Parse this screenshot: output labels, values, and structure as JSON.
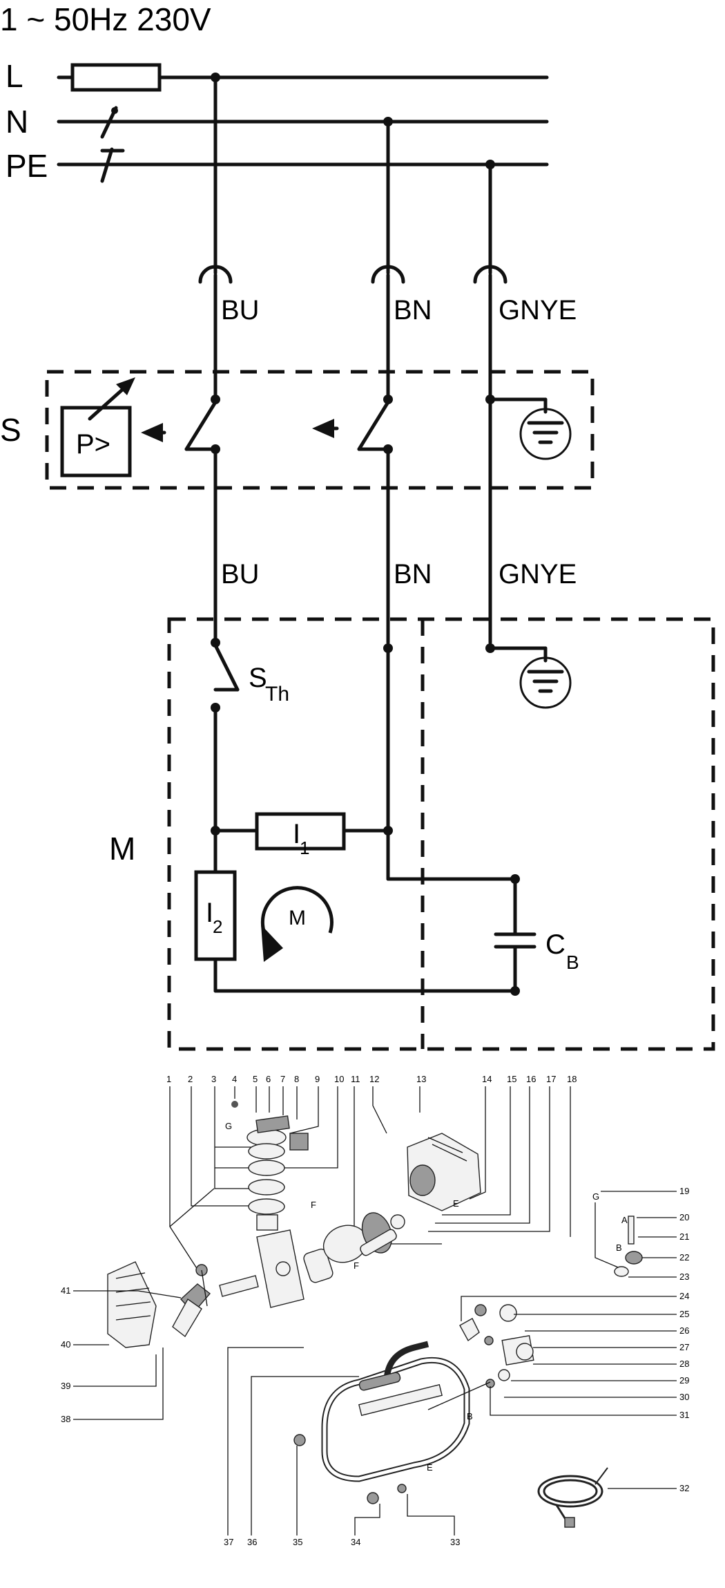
{
  "supply": "1 ~ 50Hz 230V",
  "conductors": {
    "L": "L",
    "N": "N",
    "PE": "PE"
  },
  "wire_colors": {
    "blue": "BU",
    "brown": "BN",
    "green_yellow": "GNYE"
  },
  "groups": {
    "switch": "S",
    "motor": "M"
  },
  "components": {
    "pressure_switch": "P>",
    "thermal_switch_main": "S",
    "thermal_switch_sub": "Th",
    "coil1_main": "I",
    "coil1_sub": "1",
    "coil2_main": "I",
    "coil2_sub": "2",
    "motor_symbol": "M",
    "capacitor_main": "C",
    "capacitor_sub": "B"
  },
  "callouts": {
    "top": [
      "1",
      "2",
      "3",
      "4",
      "5",
      "6",
      "7",
      "8",
      "9",
      "10",
      "11",
      "12",
      "13",
      "14",
      "15",
      "16",
      "17",
      "18"
    ],
    "right": [
      "19",
      "20",
      "21",
      "22",
      "23",
      "24",
      "25",
      "26",
      "27",
      "28",
      "29",
      "30",
      "31",
      "32"
    ],
    "bottom": [
      "33",
      "34",
      "35",
      "36",
      "37"
    ],
    "left": [
      "38",
      "39",
      "40",
      "41"
    ]
  },
  "letter_marks": {
    "G1": "G",
    "G2": "G",
    "A": "A",
    "B1": "B",
    "B2": "B",
    "E1": "E",
    "E2": "E",
    "F1": "F",
    "F2": "F"
  }
}
